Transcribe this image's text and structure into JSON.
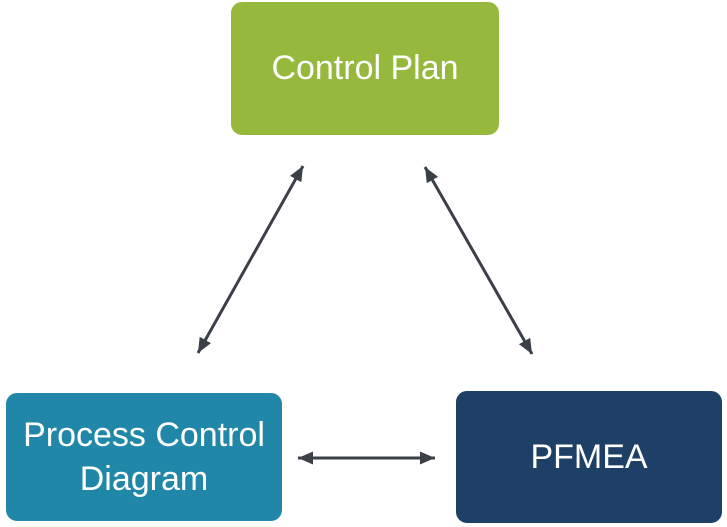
{
  "diagram": {
    "type": "relationship-triangle",
    "background_color": "#ffffff",
    "connector_color": "#3b4048",
    "nodes": [
      {
        "id": "control-plan",
        "label": "Control Plan",
        "fill": "#96b83c",
        "text_color": "#ffffff",
        "position": "top-center"
      },
      {
        "id": "process-control-diagram",
        "label": "Process Control Diagram",
        "fill": "#2187a8",
        "text_color": "#ffffff",
        "position": "bottom-left"
      },
      {
        "id": "pfmea",
        "label": "PFMEA",
        "fill": "#1e3f66",
        "text_color": "#ffffff",
        "position": "bottom-right"
      }
    ],
    "connectors": [
      {
        "from": "Control Plan",
        "to": "Process Control Diagram",
        "style": "double-arrow"
      },
      {
        "from": "Control Plan",
        "to": "PFMEA",
        "style": "double-arrow"
      },
      {
        "from": "Process Control Diagram",
        "to": "PFMEA",
        "style": "double-arrow"
      }
    ]
  }
}
